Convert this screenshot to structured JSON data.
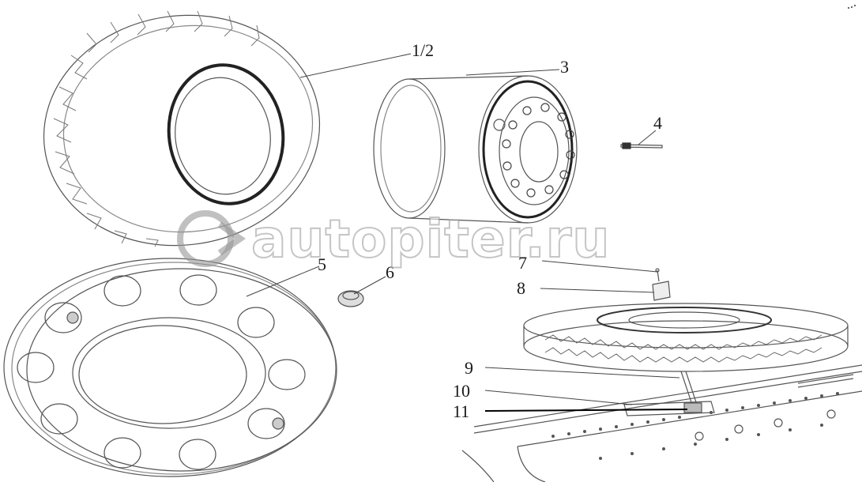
{
  "callouts": [
    {
      "id": "1-2",
      "label": "1/2"
    },
    {
      "id": "3",
      "label": "3"
    },
    {
      "id": "4",
      "label": "4"
    },
    {
      "id": "5",
      "label": "5"
    },
    {
      "id": "6",
      "label": "6"
    },
    {
      "id": "7",
      "label": "7"
    },
    {
      "id": "8",
      "label": "8"
    },
    {
      "id": "9",
      "label": "9"
    },
    {
      "id": "10",
      "label": "10"
    },
    {
      "id": "11",
      "label": "11"
    }
  ],
  "watermark": {
    "text": "autopiter.ru",
    "logo_icon": "a-arrow-logo-icon"
  },
  "colors": {
    "line": "#555555",
    "ink": "#1a1a1a",
    "watermark_stroke": "#969696"
  }
}
